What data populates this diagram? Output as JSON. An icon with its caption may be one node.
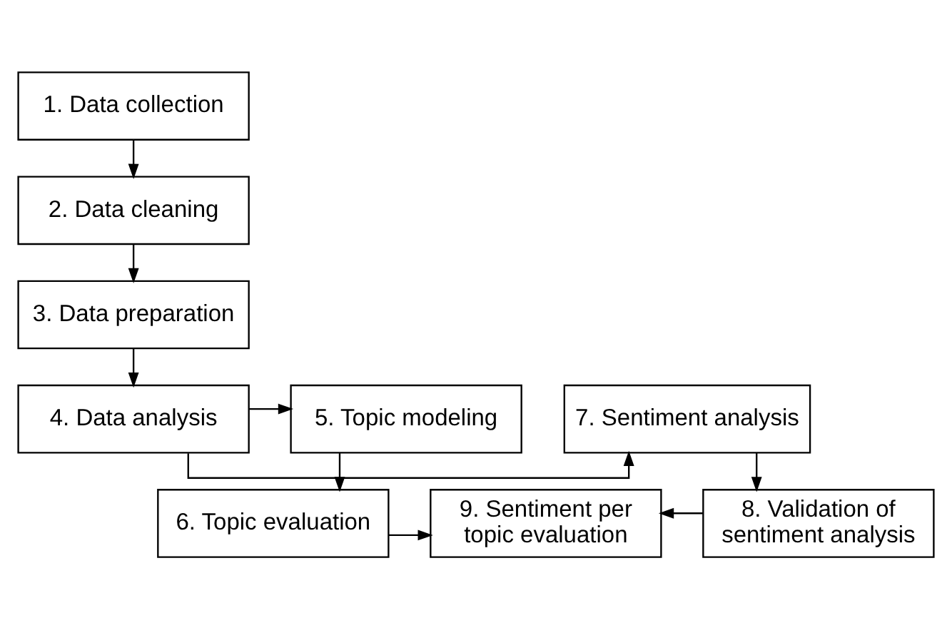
{
  "diagram": {
    "nodes": [
      {
        "text": [
          "1. Data collection"
        ]
      },
      {
        "text": [
          "2. Data cleaning"
        ]
      },
      {
        "text": [
          "3. Data preparation"
        ]
      },
      {
        "text": [
          "4. Data analysis"
        ]
      },
      {
        "text": [
          "5. Topic modeling"
        ]
      },
      {
        "text": [
          "6. Topic evaluation"
        ]
      },
      {
        "text": [
          "7. Sentiment analysis"
        ]
      },
      {
        "text": [
          "8. Validation of sentiment analysis"
        ]
      },
      {
        "text": [
          "9. Sentiment per topic evaluation"
        ]
      }
    ],
    "edges": [
      {
        "from": 0,
        "to": 1,
        "arrow": "to"
      },
      {
        "from": 1,
        "to": 2,
        "arrow": "to"
      },
      {
        "from": 2,
        "to": 3,
        "arrow": "to"
      },
      {
        "from": 3,
        "to": 4,
        "arrow": "to"
      },
      {
        "from": 3,
        "to": 6,
        "arrow": "to"
      },
      {
        "from": 4,
        "to": 5,
        "arrow": "to"
      },
      {
        "from": 6,
        "to": 7,
        "arrow": "to"
      },
      {
        "from": 5,
        "to": 8,
        "arrow": "to"
      },
      {
        "from": 7,
        "to": 8,
        "arrow": "to"
      }
    ]
  }
}
